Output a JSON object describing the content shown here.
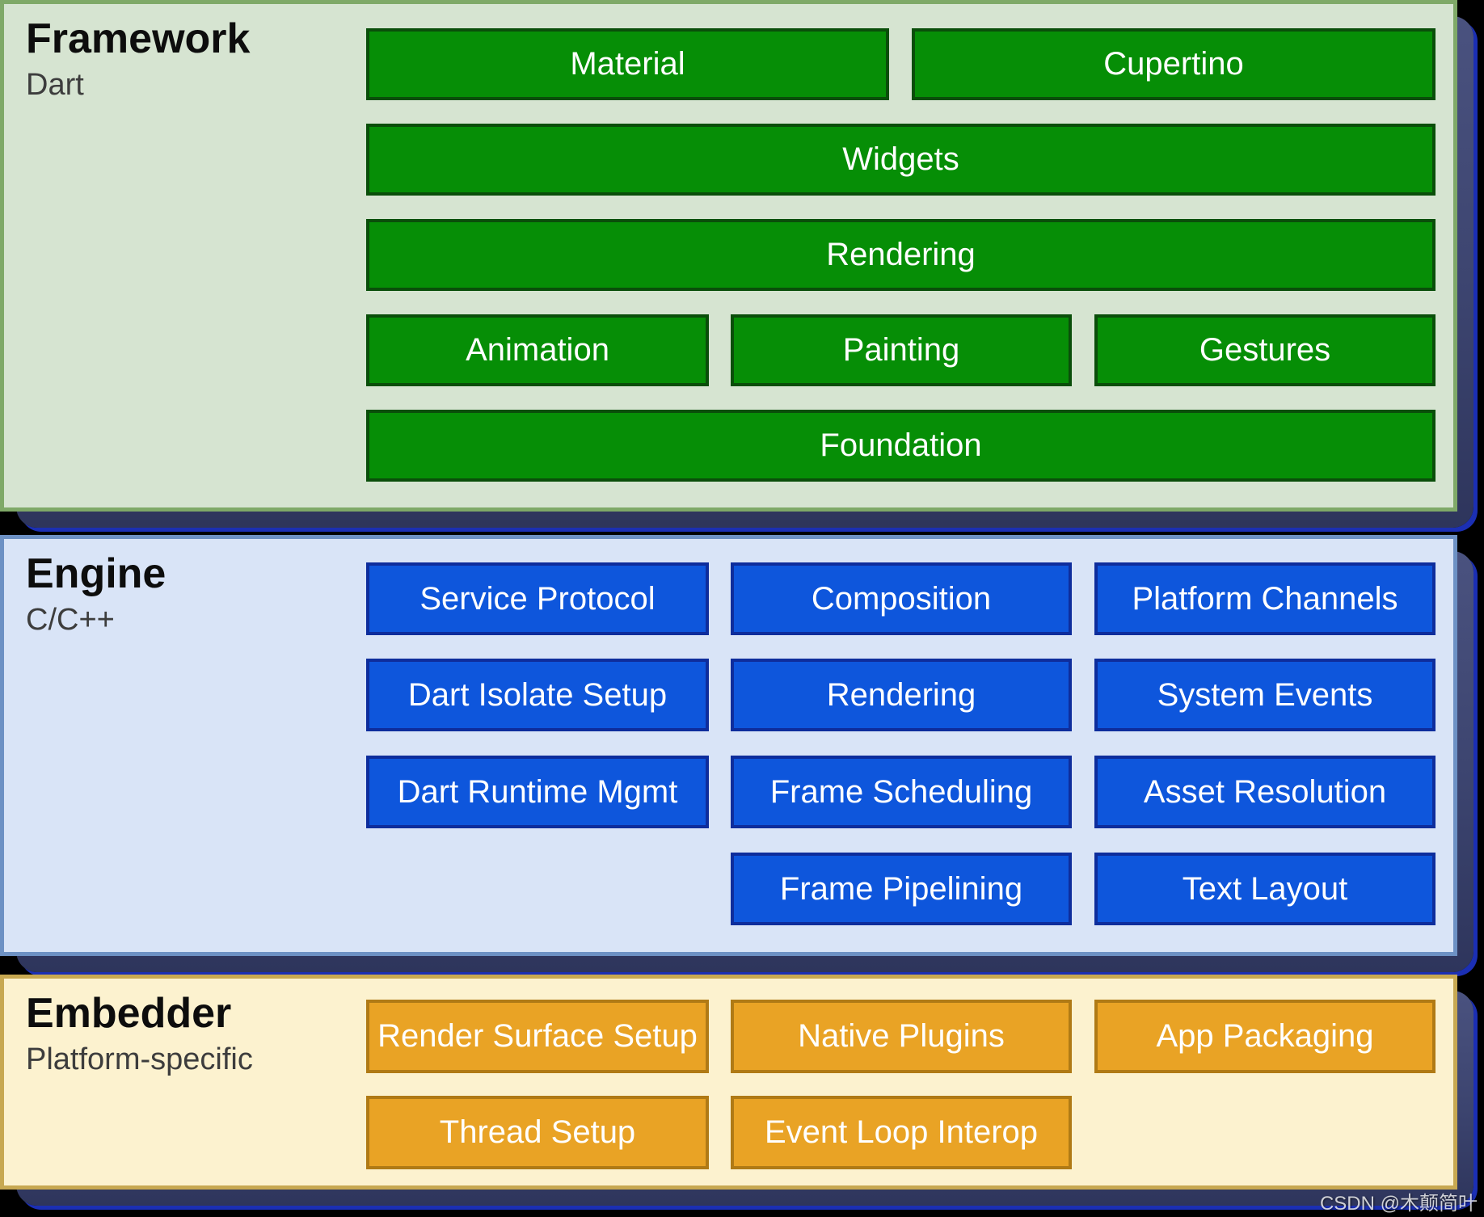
{
  "sections": {
    "framework": {
      "title": "Framework",
      "subtitle": "Dart",
      "boxes": [
        "Material",
        "Cupertino",
        "Widgets",
        "Rendering",
        "Animation",
        "Painting",
        "Gestures",
        "Foundation"
      ]
    },
    "engine": {
      "title": "Engine",
      "subtitle": "C/C++",
      "boxes": [
        "Service Protocol",
        "Composition",
        "Platform Channels",
        "Dart Isolate Setup",
        "Rendering",
        "System Events",
        "Dart Runtime Mgmt",
        "Frame Scheduling",
        "Asset Resolution",
        "Frame Pipelining",
        "Text Layout"
      ]
    },
    "embedder": {
      "title": "Embedder",
      "subtitle": "Platform-specific",
      "boxes": [
        "Render Surface Setup",
        "Native Plugins",
        "App Packaging",
        "Thread Setup",
        "Event Loop Interop"
      ]
    }
  },
  "watermark": "CSDN @木颠简叶",
  "colors": {
    "background": "#000000",
    "panel_shadow": "#3c446f",
    "shadow_edge_blue": "#1b2fb4",
    "framework_panel_bg": "#d6e4d1",
    "framework_panel_border": "#7fa968",
    "framework_box_fill": "#068e06",
    "framework_box_border": "#0a4e0a",
    "engine_panel_bg": "#d9e4f7",
    "engine_panel_border": "#6d91c4",
    "engine_box_fill": "#0e56dc",
    "engine_box_border": "#0e2d9c",
    "embedder_panel_bg": "#fcf2cf",
    "embedder_panel_border": "#c7a851",
    "embedder_box_fill": "#e9a325",
    "embedder_box_border": "#b07a15",
    "box_text": "#ffffff",
    "title_text": "#0d0d0d",
    "subtitle_text": "#3d3d3d"
  }
}
